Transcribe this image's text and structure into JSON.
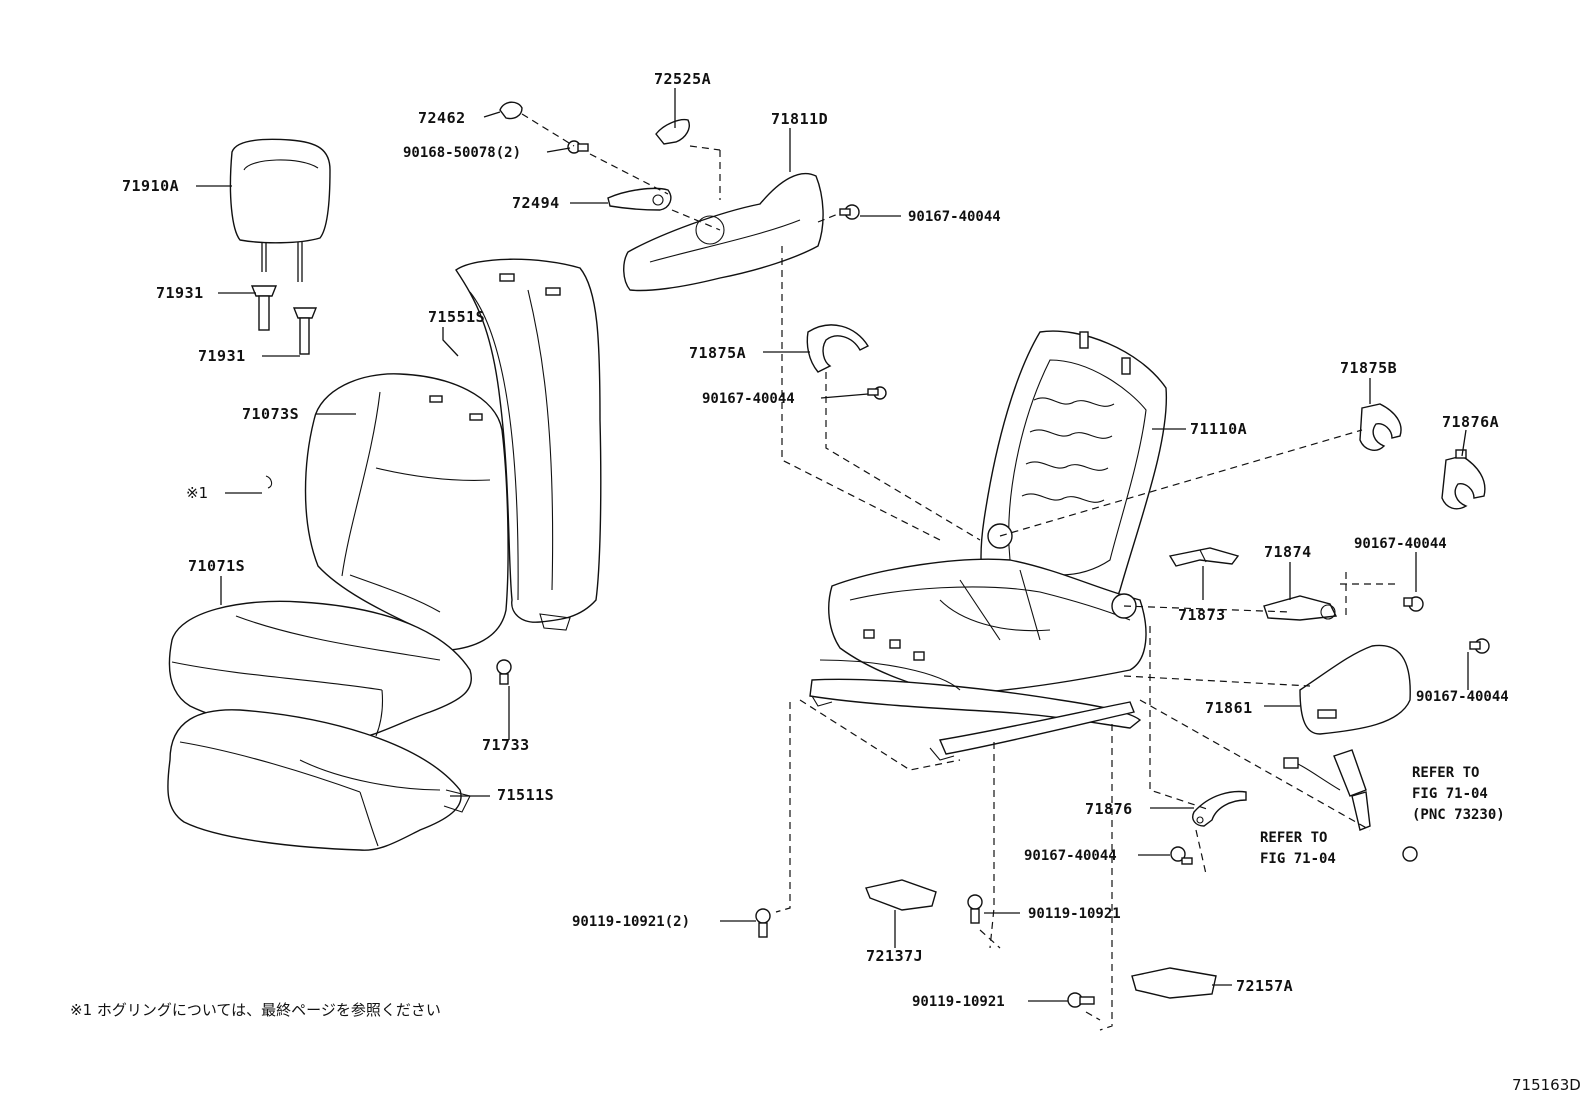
{
  "diagram_id": "715163D",
  "footnote": "※1  ホグリングについては、最終ページを参照ください",
  "parts": [
    {
      "id": "72525A"
    },
    {
      "id": "72462"
    },
    {
      "id": "71811D"
    },
    {
      "id": "90168-50078(2)"
    },
    {
      "id": "71910A"
    },
    {
      "id": "72494"
    },
    {
      "id": "90167-40044"
    },
    {
      "id": "71931"
    },
    {
      "id": "71551S"
    },
    {
      "id": "71875A"
    },
    {
      "id": "71931"
    },
    {
      "id": "90167-40044"
    },
    {
      "id": "71073S"
    },
    {
      "id": "71110A"
    },
    {
      "id": "71875B"
    },
    {
      "id": "71876A"
    },
    {
      "id": "※1"
    },
    {
      "id": "71071S"
    },
    {
      "id": "90167-40044"
    },
    {
      "id": "71874"
    },
    {
      "id": "71873"
    },
    {
      "id": "71733"
    },
    {
      "id": "71861"
    },
    {
      "id": "90167-40044"
    },
    {
      "id": "71511S"
    },
    {
      "id": "71876"
    },
    {
      "id": "90167-40044"
    },
    {
      "id": "90119-10921(2)"
    },
    {
      "id": "90119-10921"
    },
    {
      "id": "72137J"
    },
    {
      "id": "90119-10921"
    },
    {
      "id": "72157A"
    }
  ],
  "refs": [
    {
      "line1": "REFER TO",
      "line2": "FIG 71-04",
      "line3": "(PNC 73230)"
    },
    {
      "line1": "REFER TO",
      "line2": "FIG 71-04"
    }
  ]
}
